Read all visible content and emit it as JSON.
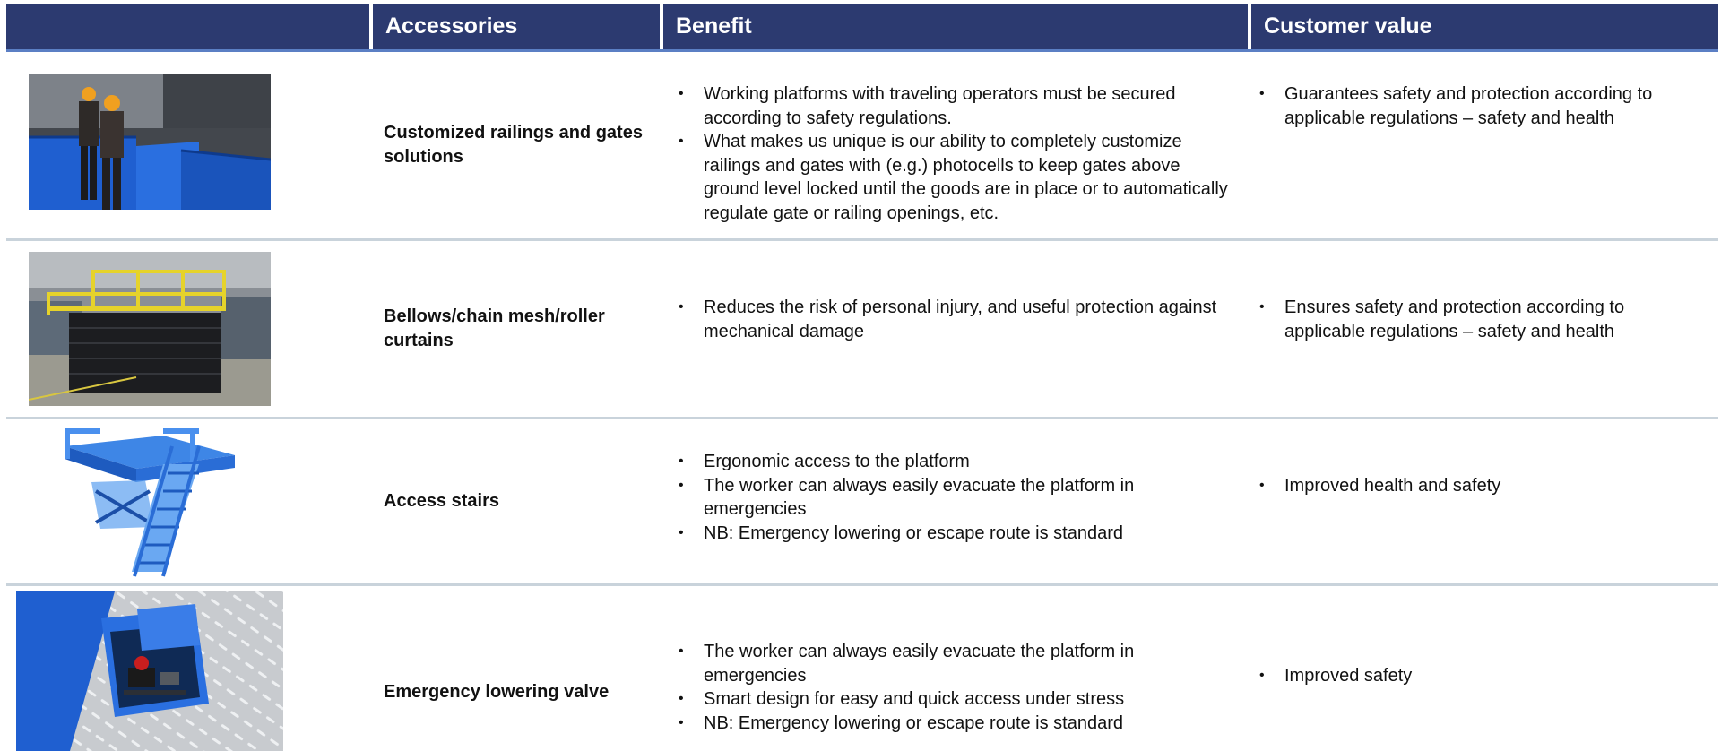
{
  "header": {
    "col_accessories": "Accessories",
    "col_benefit": "Benefit",
    "col_value": "Customer value"
  },
  "rows": [
    {
      "accessory": "Customized railings and gates solutions",
      "image": "railings-with-workers-photo",
      "benefits": [
        "Working platforms with traveling operators must be secured according to safety regulations.",
        "What makes us unique is our ability to completely customize railings and gates with (e.g.) photocells to keep gates above ground level locked until the goods are in place or to automatically regulate gate or railing openings, etc."
      ],
      "values": [
        "Guarantees safety and protection according to applicable regulations – safety and health"
      ]
    },
    {
      "accessory": "Bellows/chain mesh/roller curtains",
      "image": "bellows-lift-platform-photo",
      "benefits": [
        "Reduces the risk of personal injury, and useful protection against mechanical damage"
      ],
      "values": [
        "Ensures safety and protection according to applicable regulations – safety and health"
      ]
    },
    {
      "accessory": "Access stairs",
      "image": "access-stairs-render",
      "benefits": [
        "Ergonomic access to the platform",
        "The worker can always easily evacuate the platform in emergencies",
        "NB: Emergency lowering or escape route is standard"
      ],
      "values": [
        "Improved health and safety"
      ]
    },
    {
      "accessory": "Emergency lowering valve",
      "image": "emergency-valve-box-photo",
      "benefits": [
        "The worker can always easily evacuate the platform in emergencies",
        "Smart design for easy and quick access under stress",
        "NB: Emergency lowering or escape route is standard"
      ],
      "values": [
        "Improved safety"
      ]
    }
  ],
  "colors": {
    "header_bg": "#2c3a70",
    "header_accent": "#5b7fc4",
    "row_divider": "#c9d3db",
    "product_blue": "#1f5fd0"
  }
}
